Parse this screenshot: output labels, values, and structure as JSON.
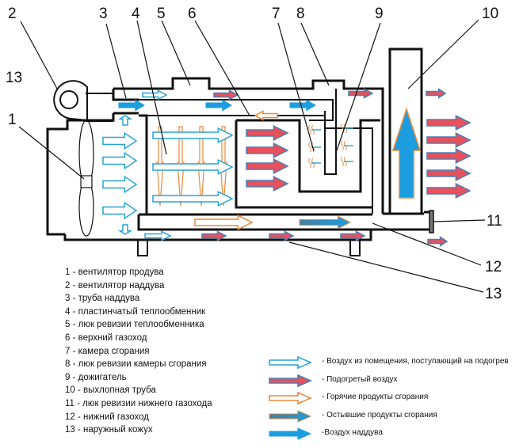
{
  "diagram": {
    "callout_numbers": [
      "1",
      "2",
      "3",
      "4",
      "5",
      "6",
      "7",
      "8",
      "9",
      "10",
      "11",
      "12",
      "13",
      "13"
    ],
    "colors": {
      "outline": "#111111",
      "room_air": "#29a3d6",
      "heated_air_fill": "#e8505b",
      "heated_air_edge": "#4a7fb5",
      "hot_gases": "#e8893a",
      "cooled_gases_blue": "#1e9ad6",
      "boost_air": "#1b9de0"
    }
  },
  "parts_list": [
    "1 - вентилятор продува",
    "2 - вентилятор наддува",
    "3 - труба наддува",
    "4 - пластинчатый теплообменник",
    "5 - люк ревизии теплообменника",
    "6 - верхний газоход",
    "7 - камера сгорания",
    "8 - люк ревизии камеры сгорания",
    "9 - дожигатель",
    "10 - выхлопная труба",
    "11 - люк ревизии нижнего газохода",
    "12 - нижний газоход",
    "13 - наружный кожух"
  ],
  "legend": [
    {
      "icon": "room-air-arrow",
      "label": "- Воздух из помещения, поступающий на подогрев"
    },
    {
      "icon": "heated-air-arrow",
      "label": "- Подогретый воздух"
    },
    {
      "icon": "hot-gases-arrow",
      "label": "- Горячие продукты сгорания"
    },
    {
      "icon": "cooled-gases-arrow",
      "label": "- Остывшие продукты сгорания"
    },
    {
      "icon": "boost-air-arrow",
      "label": "-Воздух наддува"
    }
  ]
}
